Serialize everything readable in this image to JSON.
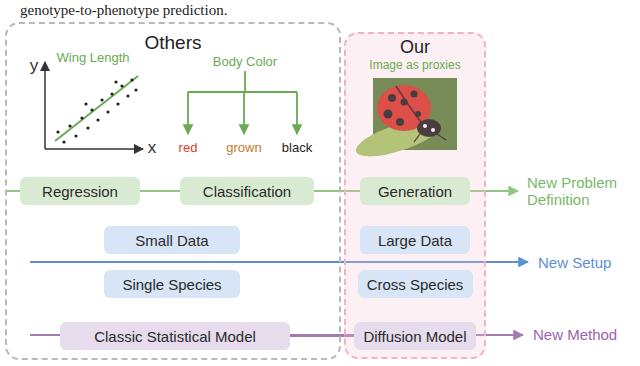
{
  "diagram": {
    "nodes": [
      {
        "text": [
          "Others"
        ]
      },
      {
        "text": [
          "Our",
          "Image as proxies"
        ]
      },
      {
        "text": [
          "Regression"
        ],
        "in": 0
      },
      {
        "text": [
          "Classification"
        ],
        "in": 0
      },
      {
        "text": [
          "Generation"
        ],
        "in": 1
      },
      {
        "text": [
          "Small Data"
        ],
        "in": 0
      },
      {
        "text": [
          "Large Data"
        ],
        "in": 1
      },
      {
        "text": [
          "Single Species"
        ],
        "in": 0
      },
      {
        "text": [
          "Cross Species"
        ],
        "in": 1
      },
      {
        "text": [
          "Classic Statistical Model"
        ],
        "in": 0
      },
      {
        "text": [
          "Diffusion Model"
        ],
        "in": 1
      }
    ],
    "edges": [
      {
        "from": 2,
        "to": 3,
        "arrow": "none"
      },
      {
        "from": 3,
        "to": 4,
        "arrow": "none"
      },
      {
        "from": 9,
        "to": 10,
        "arrow": "none"
      }
    ],
    "labels": [
      "genotype-to-phenotype prediction.",
      "y",
      "Wing Length",
      "x",
      "Body Color",
      "red",
      "grown",
      "black",
      "New Problem Definition",
      "New Setup",
      "New Method"
    ]
  }
}
